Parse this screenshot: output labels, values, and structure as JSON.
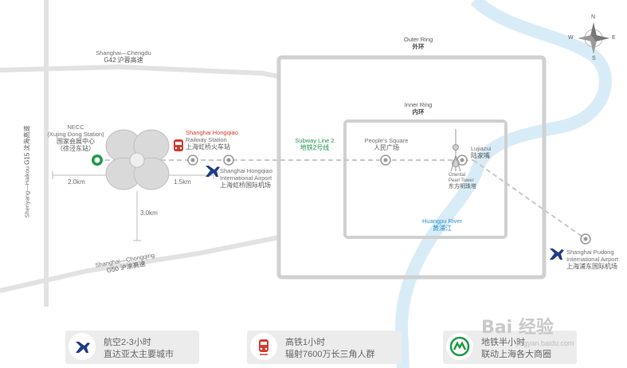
{
  "roads": {
    "g42": {
      "en": "Shanghai—Chengdu",
      "zh": "G42 沪蓉高速"
    },
    "g50": {
      "en": "Shanghai—Chongqing",
      "zh": "G50 沪渝高速"
    },
    "g15": {
      "en": "Shenyang—Haikou",
      "zh": "G15 沈海高速"
    }
  },
  "rings": {
    "outer": {
      "en": "Outer Ring",
      "zh": "外环"
    },
    "inner": {
      "en": "Inner Ring",
      "zh": "内环"
    }
  },
  "places": {
    "necc": {
      "en1": "NECC",
      "en2": "(Xujing Dong Station)",
      "zh1": "国家会展中心",
      "zh2": "（徐泾东站）"
    },
    "hongqiao_rail": {
      "en1": "Shanghai Hongqiao",
      "en2": "Railway Station",
      "zh": "上海虹桥火车站"
    },
    "hongqiao_airport": {
      "en1": "Shanghai Hongqiao",
      "en2": "International Airport",
      "zh": "上海虹桥国际机场"
    },
    "subway": {
      "en": "Subway Line 2",
      "zh": "地铁2号线"
    },
    "peoples_square": {
      "en": "People's Square",
      "zh": "人民广场"
    },
    "lujiazui": {
      "en": "Lujiazui",
      "zh": "陆家嘴"
    },
    "pearl_tower": {
      "en1": "Oriental",
      "en2": "Pearl Tower",
      "zh": "东方明珠塔"
    },
    "huangpu": {
      "en": "Huangpu River",
      "zh": "黄浦江"
    },
    "pudong_airport": {
      "en1": "Shanghai Pudong",
      "en2": "International Airport",
      "zh": "上海浦东国际机场"
    }
  },
  "distances": {
    "d1": "2.0km",
    "d2": "1.5km",
    "d3": "3.0km"
  },
  "compass": {
    "n": "N",
    "s": "S",
    "e": "E",
    "w": "W"
  },
  "features": [
    {
      "icon": "airplane-icon",
      "line1": "航空2-3小时",
      "line2": "直达亚太主要城市"
    },
    {
      "icon": "train-icon",
      "line1": "高铁1小时",
      "line2": "辐射7600万长三角人群"
    },
    {
      "icon": "metro-icon",
      "line1": "地铁半小时",
      "line2": "联动上海各大商圈"
    }
  ],
  "watermark": {
    "logo": "Bai 经验",
    "url": "jingyan.baidu.com"
  },
  "colors": {
    "subway": "#1f9a46",
    "rail": "#d33b2f",
    "river": "#2a8fd6",
    "airport": "#1f3c88",
    "ring": "#c8c8c8"
  }
}
